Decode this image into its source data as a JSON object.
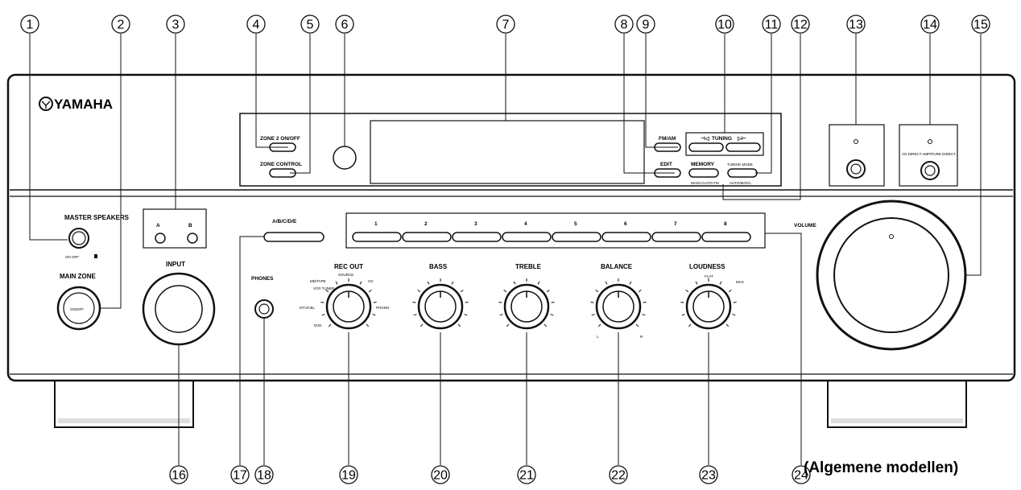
{
  "brand": "YAMAHA",
  "caption": "(Algemene modellen)",
  "callouts_top": [
    "1",
    "2",
    "3",
    "4",
    "5",
    "6",
    "7",
    "8",
    "9",
    "10",
    "11",
    "12",
    "13",
    "14",
    "15"
  ],
  "callouts_bottom": [
    "16",
    "17",
    "18",
    "19",
    "20",
    "21",
    "22",
    "23",
    "24"
  ],
  "labels": {
    "master_speakers": "MASTER SPEAKERS",
    "on_off": "ON OFF",
    "spk_a": "A",
    "spk_b": "B",
    "main_zone": "MAIN ZONE",
    "main_onoff": "ON/OFF",
    "input": "INPUT",
    "phones": "PHONES",
    "abcde": "A/B/C/D/E",
    "zone2_onoff": "ZONE 2 ON/OFF",
    "zone_control": "ZONE CONTROL",
    "fm_am": "FM/AM",
    "edit": "EDIT",
    "tuning": "TUNING",
    "memory": "MEMORY",
    "memory_sub": "MAN'L/AUTO FM",
    "tuning_mode": "TUNING MODE",
    "tuning_mode_sub": "AUTO/MAN'L",
    "cd_direct": "CD DIRECT AMP/PURE DIRECT",
    "volume": "VOLUME",
    "rec_out": "REC OUT",
    "rec_source": "SOURCE",
    "rec_md": "MD/TAPE",
    "rec_vcr": "VCR TUNER",
    "rec_cd": "CD",
    "rec_dtv": "DTV/CBL",
    "rec_phono": "PHONO",
    "rec_dvd": "DVD",
    "bass": "BASS",
    "treble": "TREBLE",
    "balance": "BALANCE",
    "loudness": "LOUDNESS",
    "loud_flat": "FLAT",
    "loud_max": "MAX",
    "bal_l": "L",
    "bal_r": "R"
  },
  "presets": [
    "1",
    "2",
    "3",
    "4",
    "5",
    "6",
    "7",
    "8"
  ]
}
